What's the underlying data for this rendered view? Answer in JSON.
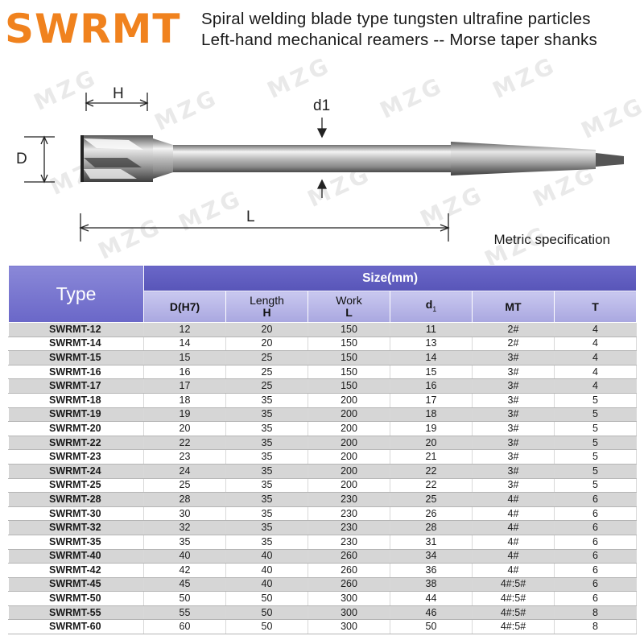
{
  "brand": "SWRMT",
  "subtitle_line1": "Spiral welding blade type tungsten ultrafine particles",
  "subtitle_line2": "Left-hand mechanical reamers -- Morse taper shanks",
  "watermark": "MZG",
  "drawing": {
    "label_h": "H",
    "label_d": "D",
    "label_d1": "d1",
    "label_l": "L"
  },
  "spec_note": "Metric specification",
  "table": {
    "type_header": "Type",
    "size_header": "Size(mm)",
    "columns": [
      {
        "top": "D(H7)",
        "bottom": ""
      },
      {
        "top": "Length",
        "bottom": "H"
      },
      {
        "top": "Work",
        "bottom": "L"
      },
      {
        "top": "d",
        "bottom": ""
      },
      {
        "top": "MT",
        "bottom": ""
      },
      {
        "top": "T",
        "bottom": ""
      }
    ],
    "d1_sub": "1",
    "rows": [
      [
        "SWRMT-12",
        "12",
        "20",
        "150",
        "11",
        "2#",
        "4"
      ],
      [
        "SWRMT-14",
        "14",
        "20",
        "150",
        "13",
        "2#",
        "4"
      ],
      [
        "SWRMT-15",
        "15",
        "25",
        "150",
        "14",
        "3#",
        "4"
      ],
      [
        "SWRMT-16",
        "16",
        "25",
        "150",
        "15",
        "3#",
        "4"
      ],
      [
        "SWRMT-17",
        "17",
        "25",
        "150",
        "16",
        "3#",
        "4"
      ],
      [
        "SWRMT-18",
        "18",
        "35",
        "200",
        "17",
        "3#",
        "5"
      ],
      [
        "SWRMT-19",
        "19",
        "35",
        "200",
        "18",
        "3#",
        "5"
      ],
      [
        "SWRMT-20",
        "20",
        "35",
        "200",
        "19",
        "3#",
        "5"
      ],
      [
        "SWRMT-22",
        "22",
        "35",
        "200",
        "20",
        "3#",
        "5"
      ],
      [
        "SWRMT-23",
        "23",
        "35",
        "200",
        "21",
        "3#",
        "5"
      ],
      [
        "SWRMT-24",
        "24",
        "35",
        "200",
        "22",
        "3#",
        "5"
      ],
      [
        "SWRMT-25",
        "25",
        "35",
        "200",
        "22",
        "3#",
        "5"
      ],
      [
        "SWRMT-28",
        "28",
        "35",
        "230",
        "25",
        "4#",
        "6"
      ],
      [
        "SWRMT-30",
        "30",
        "35",
        "230",
        "26",
        "4#",
        "6"
      ],
      [
        "SWRMT-32",
        "32",
        "35",
        "230",
        "28",
        "4#",
        "6"
      ],
      [
        "SWRMT-35",
        "35",
        "35",
        "230",
        "31",
        "4#",
        "6"
      ],
      [
        "SWRMT-40",
        "40",
        "40",
        "260",
        "34",
        "4#",
        "6"
      ],
      [
        "SWRMT-42",
        "42",
        "40",
        "260",
        "36",
        "4#",
        "6"
      ],
      [
        "SWRMT-45",
        "45",
        "40",
        "260",
        "38",
        "4#:5#",
        "6"
      ],
      [
        "SWRMT-50",
        "50",
        "50",
        "300",
        "44",
        "4#:5#",
        "6"
      ],
      [
        "SWRMT-55",
        "55",
        "50",
        "300",
        "46",
        "4#:5#",
        "8"
      ],
      [
        "SWRMT-60",
        "60",
        "50",
        "300",
        "50",
        "4#:5#",
        "8"
      ]
    ]
  },
  "colors": {
    "brand": "#f0821e",
    "header_dark": "#5855b8",
    "header_light": "#c9c8ef",
    "row_shade": "#d6d6d6"
  }
}
